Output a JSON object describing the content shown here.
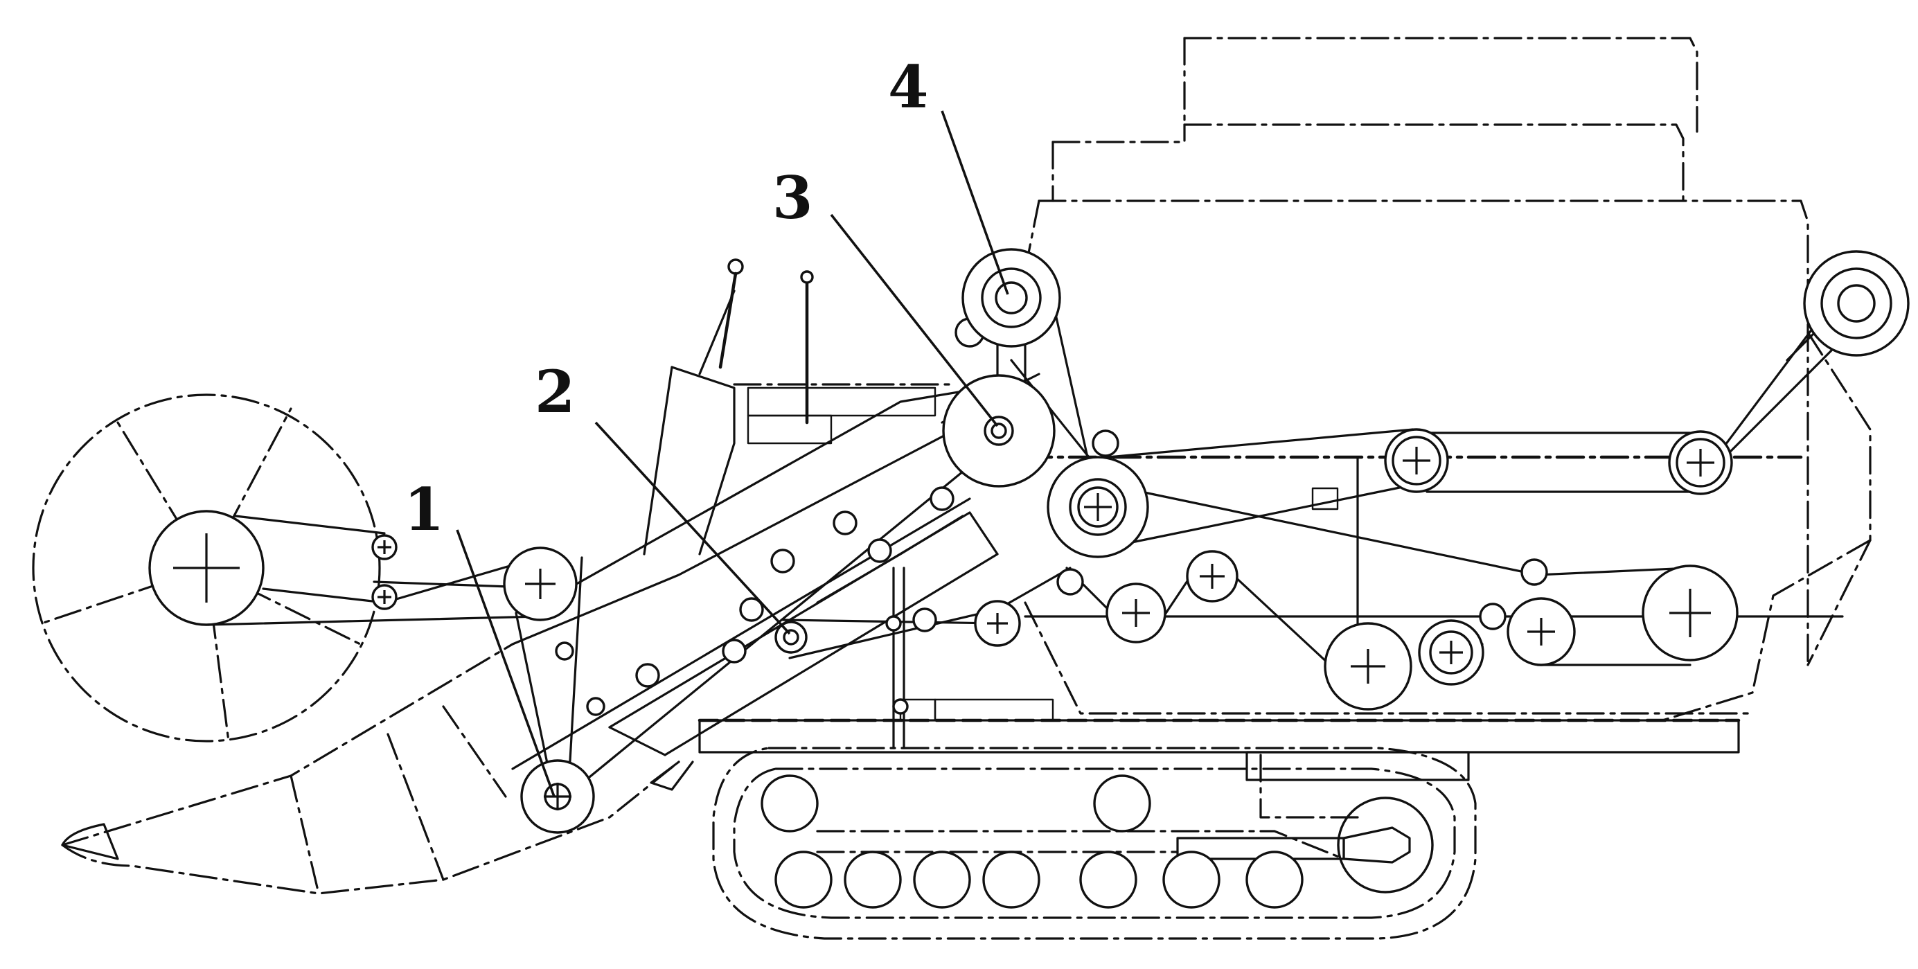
{
  "diagram": {
    "callouts": [
      {
        "id": "1",
        "text": "1"
      },
      {
        "id": "2",
        "text": "2"
      },
      {
        "id": "3",
        "text": "3"
      },
      {
        "id": "4",
        "text": "4"
      }
    ],
    "colors": {
      "ink": "#111111",
      "background": "#ffffff"
    }
  }
}
